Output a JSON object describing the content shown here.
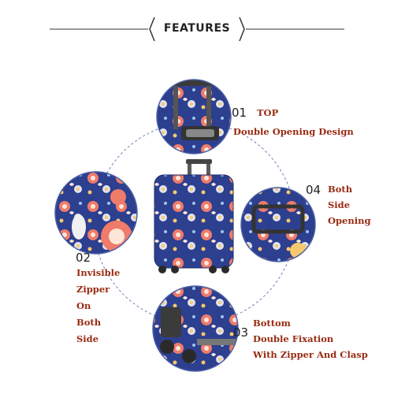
{
  "header": {
    "title": "FEATURES"
  },
  "features": [
    {
      "number": "01",
      "lines": [
        "TOP",
        "Double Opening Design"
      ]
    },
    {
      "number": "02",
      "lines": [
        "Invisible",
        "Zipper",
        "On",
        "Both",
        "Side"
      ]
    },
    {
      "number": "03",
      "lines": [
        "Bottom",
        "Double Fixation",
        "With Zipper And Clasp"
      ]
    },
    {
      "number": "04",
      "lines": [
        "Both",
        "Side",
        "Opening"
      ]
    }
  ],
  "colors": {
    "feature_text": "#9a2a12",
    "cover_navy": "#2d3f8f",
    "cover_coral": "#ef7b6a",
    "dashed_line": "#6f7fb0"
  },
  "icons": [
    "suitcase-image",
    "top-handle-detail",
    "side-zipper-detail",
    "bottom-wheels-detail",
    "side-handle-detail"
  ]
}
